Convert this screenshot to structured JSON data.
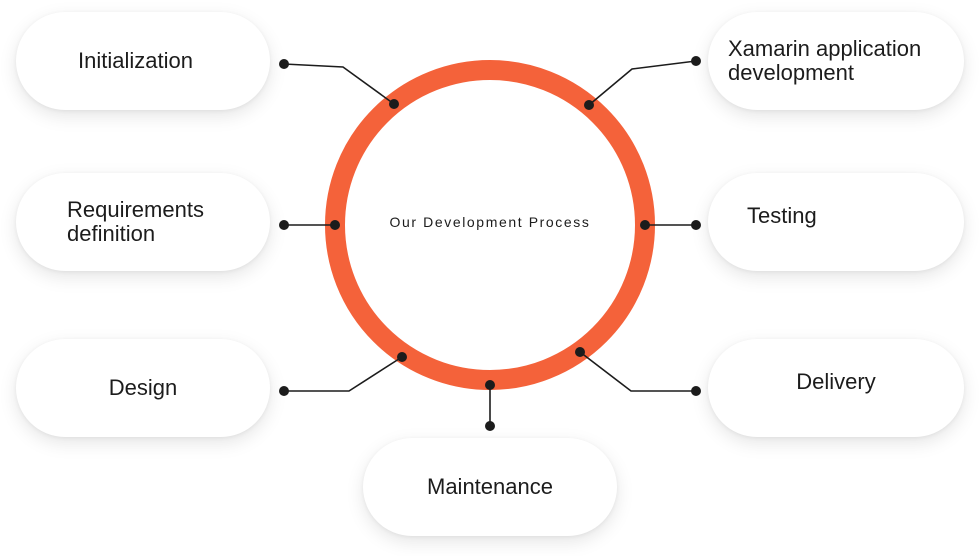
{
  "center": {
    "title": "Our Development Process"
  },
  "steps": [
    {
      "label": "Initialization"
    },
    {
      "label": "Requirements\ndefinition"
    },
    {
      "label": "Design"
    },
    {
      "label": "Maintenance"
    },
    {
      "label": "Delivery"
    },
    {
      "label": "Testing"
    },
    {
      "label": "Xamarin application\ndevelopment"
    }
  ],
  "colors": {
    "ring": "#F4623A",
    "line": "#1c1c1c",
    "text": "#1c1c1c",
    "pill_bg": "#ffffff"
  }
}
